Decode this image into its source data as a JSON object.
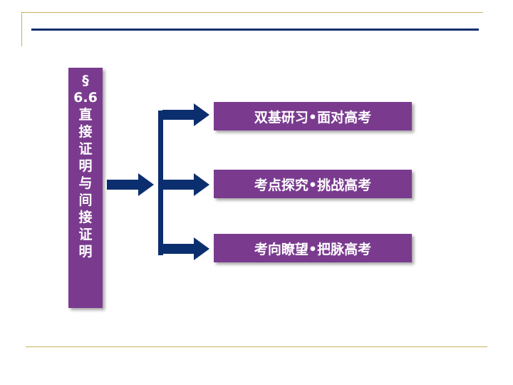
{
  "title_chars": [
    "§",
    "6.6",
    "直",
    "接",
    "证",
    "明",
    "与",
    "间",
    "接",
    "证",
    "明"
  ],
  "menu": [
    {
      "label": "双基研习•面对高考"
    },
    {
      "label": "考点探究•挑战高考"
    },
    {
      "label": "考向瞭望•把脉高考"
    }
  ],
  "colors": {
    "accent_purple": "#7a3b8f",
    "navy": "#0b2e6e",
    "gold": "#c9b25a"
  }
}
